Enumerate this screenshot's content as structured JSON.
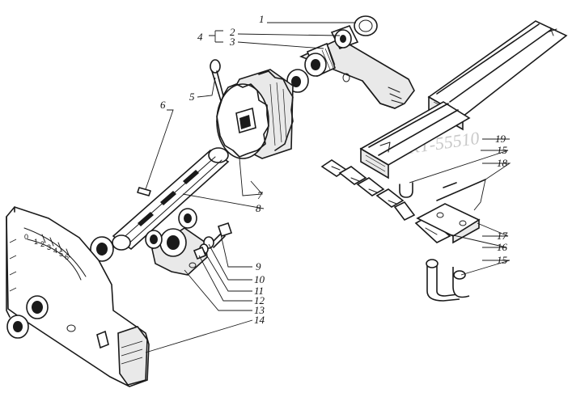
{
  "callouts": [
    {
      "id": "c1",
      "text": "1"
    },
    {
      "id": "c2",
      "text": "2"
    },
    {
      "id": "c3",
      "text": "3"
    },
    {
      "id": "c4",
      "text": "4"
    },
    {
      "id": "c5",
      "text": "5"
    },
    {
      "id": "c6",
      "text": "6"
    },
    {
      "id": "c7",
      "text": "7"
    },
    {
      "id": "c8",
      "text": "8"
    },
    {
      "id": "c9",
      "text": "9"
    },
    {
      "id": "c10",
      "text": "10"
    },
    {
      "id": "c11",
      "text": "11"
    },
    {
      "id": "c12",
      "text": "12"
    },
    {
      "id": "c13",
      "text": "13"
    },
    {
      "id": "c14",
      "text": "14"
    },
    {
      "id": "c15a",
      "text": "15"
    },
    {
      "id": "c15b",
      "text": "15"
    },
    {
      "id": "c16",
      "text": "16"
    },
    {
      "id": "c17",
      "text": "17"
    },
    {
      "id": "c18",
      "text": "18"
    },
    {
      "id": "c19",
      "text": "19"
    }
  ],
  "scale_marks": [
    "0",
    "1",
    "2",
    "3",
    "4",
    "5",
    "6"
  ],
  "bleed_through_text": [
    "КТ-55510"
  ]
}
